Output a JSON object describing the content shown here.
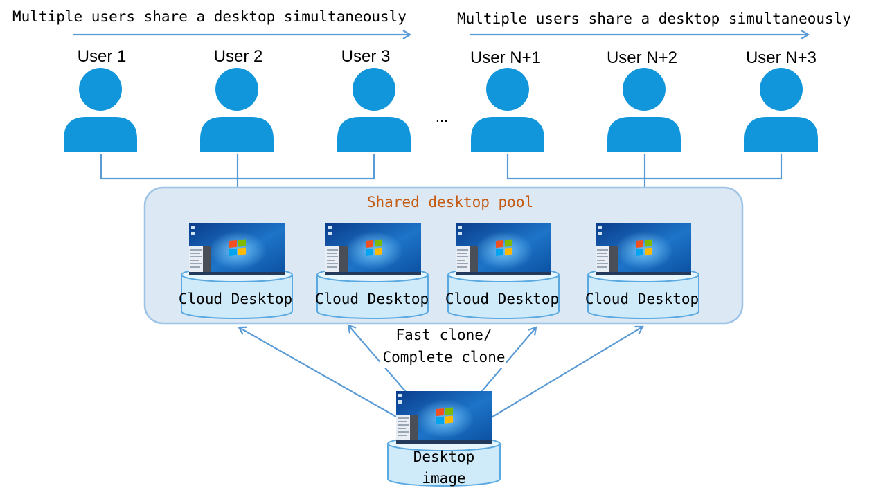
{
  "colors": {
    "line": "#5b9bd5",
    "user_icon": "#1296db",
    "pool_fill": "#dce8f4",
    "pool_border": "#9dc3e6",
    "pool_title": "#c55a11",
    "disk_fill": "#cfeaf9",
    "disk_border": "#5aa9e0"
  },
  "banner_left": "Multiple users share a desktop simultaneously",
  "banner_right": "Multiple users share a desktop simultaneously",
  "users": [
    {
      "label": "User 1",
      "icon": "user-icon"
    },
    {
      "label": "User 2",
      "icon": "user-icon"
    },
    {
      "label": "User 3",
      "icon": "user-icon"
    },
    {
      "label": "User N+1",
      "icon": "user-icon"
    },
    {
      "label": "User N+2",
      "icon": "user-icon"
    },
    {
      "label": "User N+3",
      "icon": "user-icon"
    }
  ],
  "ellipsis": "...",
  "pool": {
    "title": "Shared desktop pool",
    "desktops": [
      {
        "label": "Cloud Desktop",
        "icon": "windows-desktop-icon"
      },
      {
        "label": "Cloud Desktop",
        "icon": "windows-desktop-icon"
      },
      {
        "label": "Cloud Desktop",
        "icon": "windows-desktop-icon"
      },
      {
        "label": "Cloud Desktop",
        "icon": "windows-desktop-icon"
      }
    ]
  },
  "clone_label_line1": "Fast clone/",
  "clone_label_line2": "Complete clone",
  "image": {
    "label_line1": "Desktop",
    "label_line2": "image",
    "icon": "windows-desktop-icon"
  }
}
